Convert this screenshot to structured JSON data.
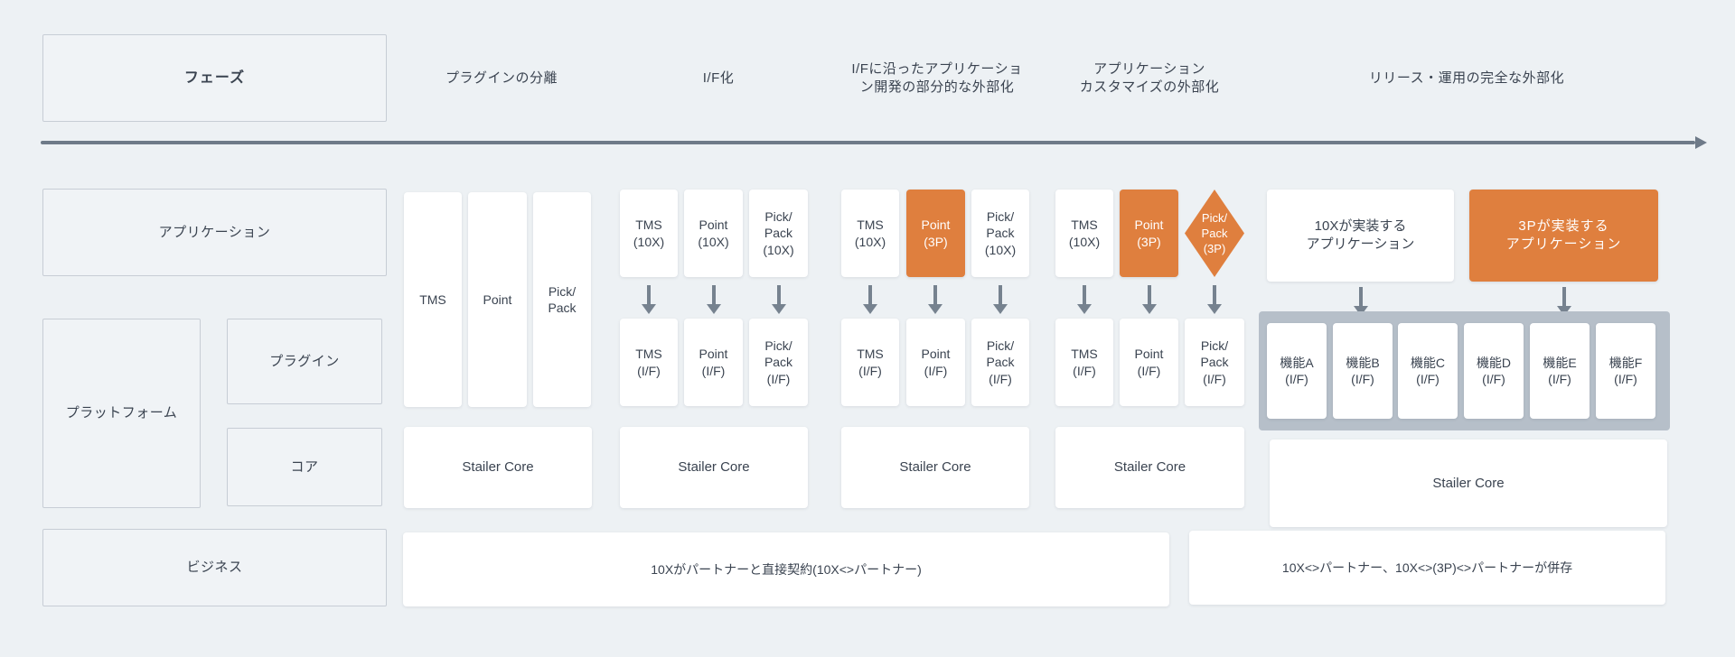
{
  "colors": {
    "background": "#edf1f4",
    "accent_orange": "#df7f3e",
    "feature_container_gray": "#b6bfc9",
    "outline_box_border": "#c7cdd5",
    "timeline_arrow": "#6e7a88",
    "text": "#3a4350"
  },
  "header": {
    "title": "フェーズ",
    "phases": {
      "p1": "プラグインの分離",
      "p2": "I/F化",
      "p3": "I/Fに沿ったアプリケーショ\nン開発の部分的な外部化",
      "p4": "アプリケーション\nカスタマイズの外部化",
      "p5": "リリース・運用の完全な外部化"
    }
  },
  "layers": {
    "application": "アプリケーション",
    "platform": "プラットフォーム",
    "plugin": "プラグイン",
    "core": "コア",
    "business": "ビジネス"
  },
  "phase1": {
    "tms": "TMS",
    "point": "Point",
    "pickpack": "Pick/\nPack",
    "stailer_core": "Stailer Core"
  },
  "phase2": {
    "top": {
      "tms": "TMS\n(10X)",
      "point": "Point\n(10X)",
      "pickpack": "Pick/\nPack\n(10X)"
    },
    "iface": {
      "tms": "TMS\n(I/F)",
      "point": "Point\n(I/F)",
      "pickpack": "Pick/\nPack\n(I/F)"
    },
    "stailer_core": "Stailer Core"
  },
  "phase3": {
    "top": {
      "tms": "TMS\n(10X)",
      "point": "Point\n(3P)",
      "pickpack": "Pick/\nPack\n(10X)"
    },
    "iface": {
      "tms": "TMS\n(I/F)",
      "point": "Point\n(I/F)",
      "pickpack": "Pick/\nPack\n(I/F)"
    },
    "stailer_core": "Stailer Core"
  },
  "phase4": {
    "top": {
      "tms": "TMS\n(10X)",
      "point": "Point\n(3P)",
      "pickpack": "Pick/\nPack\n(3P)"
    },
    "iface": {
      "tms": "TMS\n(I/F)",
      "point": "Point\n(I/F)",
      "pickpack": "Pick/\nPack\n(I/F)"
    },
    "stailer_core": "Stailer Core"
  },
  "phase5": {
    "app_10x": "10Xが実装する\nアプリケーション",
    "app_3p": "3Pが実装する\nアプリケーション",
    "features": [
      "機能A\n(I/F)",
      "機能B\n(I/F)",
      "機能C\n(I/F)",
      "機能D\n(I/F)",
      "機能E\n(I/F)",
      "機能F\n(I/F)"
    ],
    "stailer_core": "Stailer Core"
  },
  "bottom": {
    "left": "10Xがパートナーと直接契約(10X<>パートナー)",
    "right": "10X<>パートナー、10X<>(3P)<>パートナーが併存"
  }
}
